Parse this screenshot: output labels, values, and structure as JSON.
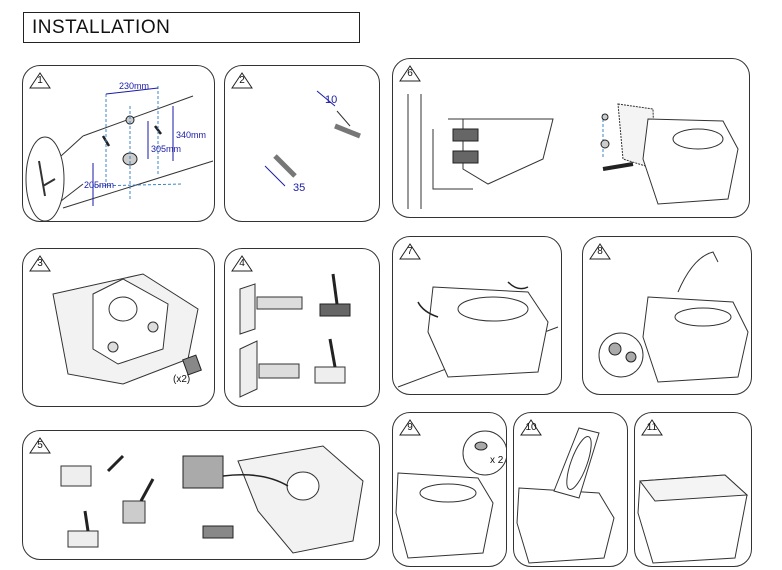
{
  "title": "INSTALLATION",
  "steps": [
    {
      "number": "1",
      "dims": {
        "a": "230mm",
        "b": "340mm",
        "c": "305mm",
        "d": "205mm"
      }
    },
    {
      "number": "2",
      "dims": {
        "a": "10",
        "b": "35"
      }
    },
    {
      "number": "3",
      "note": "(x2)"
    },
    {
      "number": "4"
    },
    {
      "number": "5"
    },
    {
      "number": "6"
    },
    {
      "number": "7"
    },
    {
      "number": "8"
    },
    {
      "number": "9",
      "note": "x 2"
    },
    {
      "number": "10"
    },
    {
      "number": "11"
    }
  ]
}
